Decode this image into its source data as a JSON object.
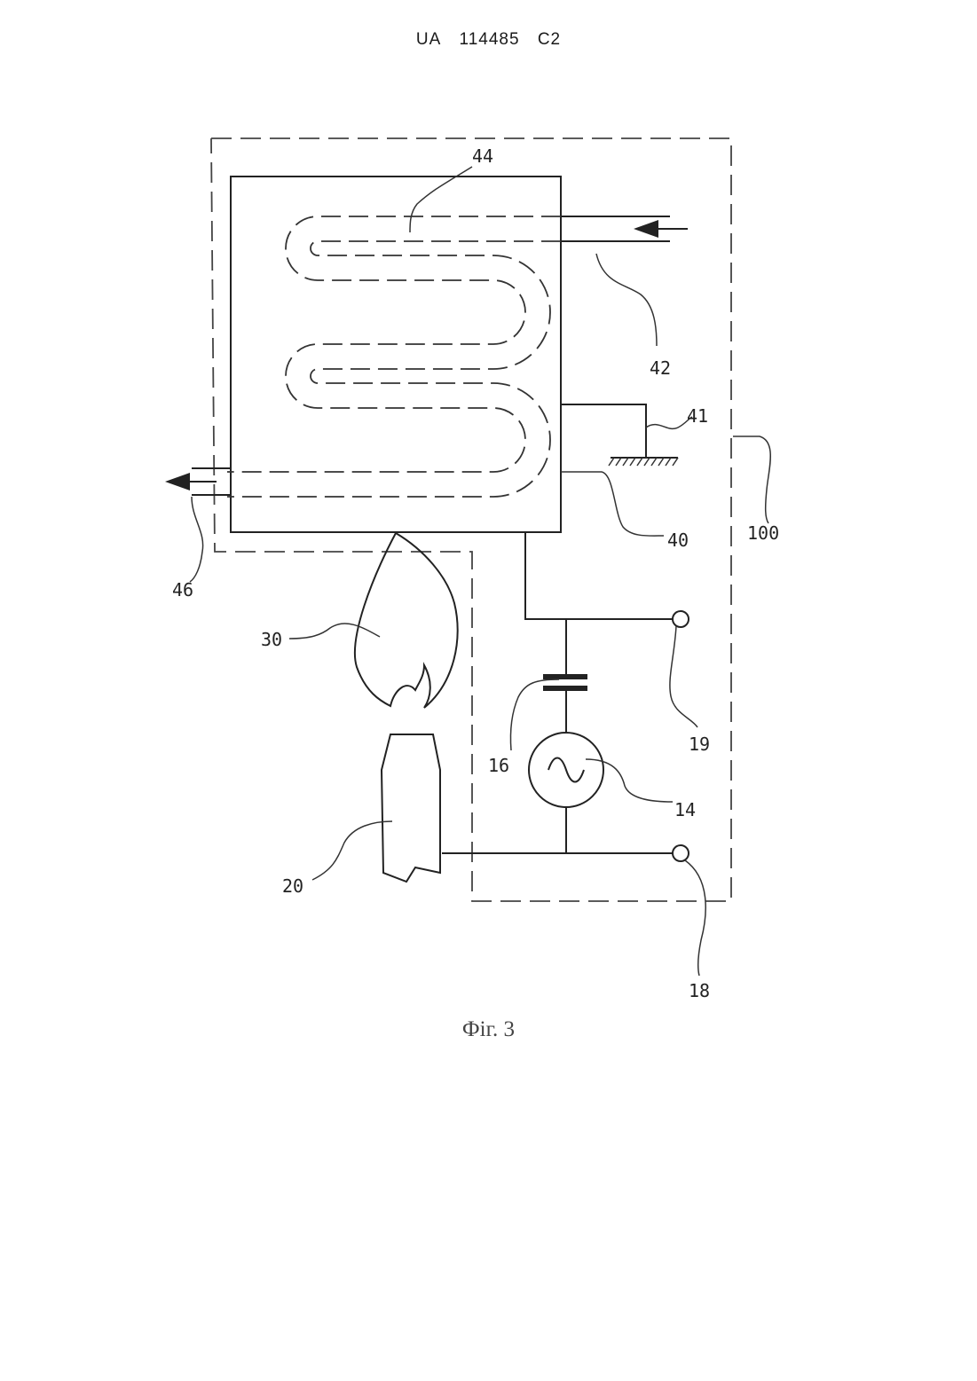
{
  "header": {
    "country": "UA",
    "number": "114485",
    "kind": "C2"
  },
  "figure": {
    "caption": "Фіг. 3",
    "labels": {
      "l44": "44",
      "l42": "42",
      "l41": "41",
      "l40": "40",
      "l100": "100",
      "l46": "46",
      "l30": "30",
      "l16": "16",
      "l19": "19",
      "l14": "14",
      "l20": "20",
      "l18": "18"
    }
  }
}
